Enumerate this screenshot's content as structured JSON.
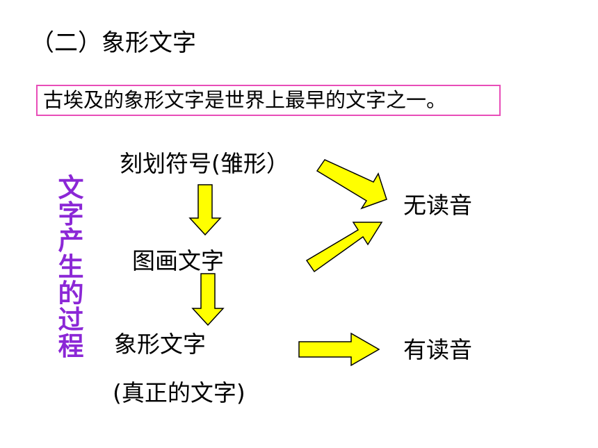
{
  "heading": "（二）象形文字",
  "note": "古埃及的象形文字是世界上最早的文字之一。",
  "vertical_label": "文字产生的过程",
  "nodes": {
    "carving_symbols": "刻划符号(雏形）",
    "picture_writing": "图画文字",
    "pictographs": "象形文字",
    "true_writing": "(真正的文字)"
  },
  "results": {
    "no_sound": "无读音",
    "has_sound": "有读音"
  },
  "colors": {
    "arrow_fill": "#ffff00",
    "arrow_stroke": "#000000",
    "box_border": "#e84db8",
    "vertical_text": "#8b27d6"
  }
}
